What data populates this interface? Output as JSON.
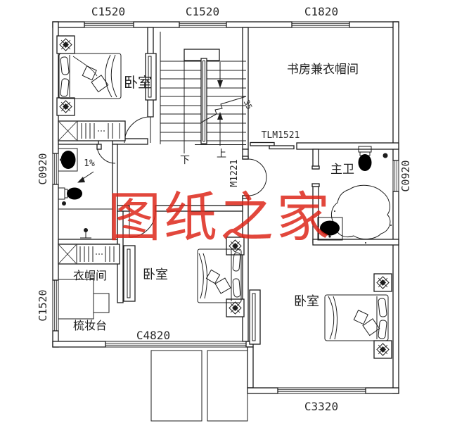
{
  "watermark": "图纸之家",
  "rooms": {
    "bedroom_nw": "卧室",
    "study": "书房兼衣帽间",
    "master_bath": "主卫",
    "cloakroom": "衣帽间",
    "dressing": "梳妆台",
    "bedroom_s": "卧室",
    "bedroom_se": "卧室"
  },
  "windows": {
    "top_left": "C1520",
    "top_mid": "C1520",
    "top_right": "C1820",
    "left_upper": "C0920",
    "left_lower": "C1520",
    "right_upper": "C0920",
    "bottom_left": "C4820",
    "bottom_right": "C3320"
  },
  "doors": {
    "study_sliding": "TLM1521",
    "master_double": "M1221"
  },
  "stairs": {
    "down": "下",
    "up": "上",
    "note": "35"
  },
  "annotations": {
    "slope": "1%"
  },
  "colors": {
    "line": "#1c1c1c",
    "watermark": "#dd2418",
    "background": "#ffffff"
  }
}
